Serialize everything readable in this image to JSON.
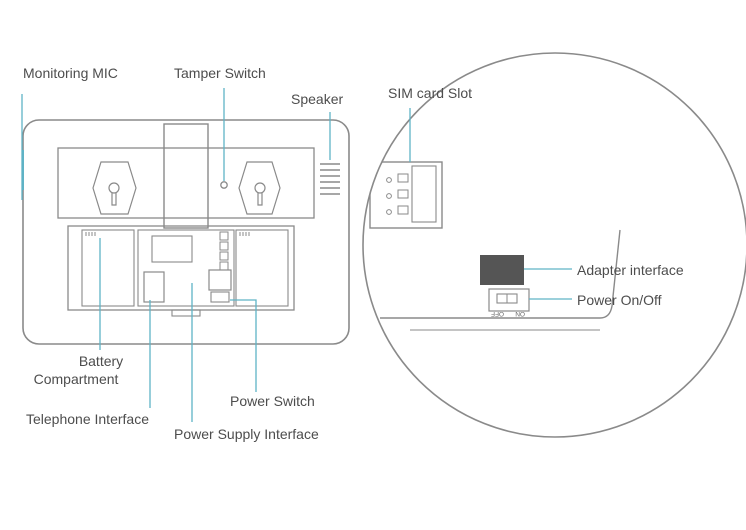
{
  "labels": {
    "monitoring_mic": "Monitoring MIC",
    "tamper_switch": "Tamper Switch",
    "speaker": "Speaker",
    "sim_card_slot": "SIM card Slot",
    "adapter_interface": "Adapter interface",
    "power_on_off": "Power On/Off",
    "battery_compartment_line1": "Battery",
    "battery_compartment_line2": "Compartment",
    "power_switch": "Power Switch",
    "telephone_interface": "Telephone Interface",
    "power_supply_interface": "Power Supply Interface"
  },
  "switch_markings": {
    "off": "OFF",
    "on": "ON"
  },
  "colors": {
    "leader_line": "#5fb3c5",
    "outline": "#8a8a8a",
    "text": "#4d4d4d",
    "adapter_block": "#555555"
  }
}
